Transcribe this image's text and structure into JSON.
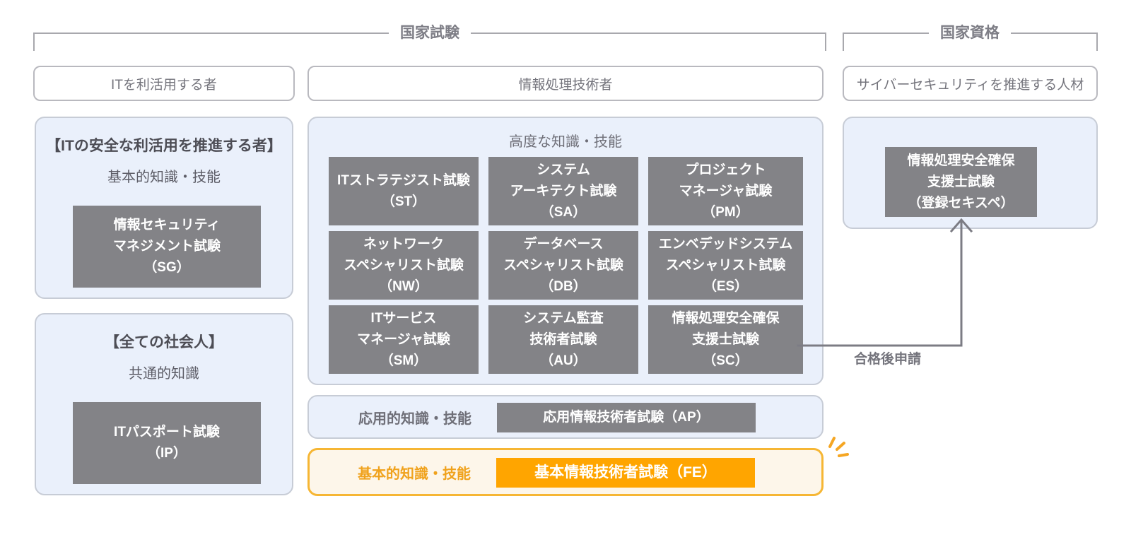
{
  "brackets": [
    {
      "label": "国家試験"
    },
    {
      "label": "国家資格"
    }
  ],
  "columns": {
    "left_pill": "ITを利活用する者",
    "center_pill": "情報処理技術者",
    "right_pill": "サイバーセキュリティを推進する人材"
  },
  "left": {
    "panel1": {
      "head": "【ITの安全な利活用を推進する者】",
      "sub": "基本的知識・技能",
      "chip": {
        "line1": "情報セキュリティ",
        "line2": "マネジメント試験",
        "line3": "（SG）"
      }
    },
    "panel2": {
      "head": "【全ての社会人】",
      "sub": "共通的知識",
      "chip": {
        "line1": "ITパスポート試験",
        "line2": "（IP）"
      }
    }
  },
  "center": {
    "advanced_title": "高度な知識・技能",
    "advanced_exams": [
      {
        "line1": "ITストラテジスト試験",
        "line2": "（ST）",
        "line3": ""
      },
      {
        "line1": "システム",
        "line2": "アーキテクト試験",
        "line3": "（SA）"
      },
      {
        "line1": "プロジェクト",
        "line2": "マネージャ試験",
        "line3": "（PM）"
      },
      {
        "line1": "ネットワーク",
        "line2": "スペシャリスト試験",
        "line3": "（NW）"
      },
      {
        "line1": "データベース",
        "line2": "スペシャリスト試験",
        "line3": "（DB）"
      },
      {
        "line1": "エンベデッドシステム",
        "line2": "スペシャリスト試験",
        "line3": "（ES）"
      },
      {
        "line1": "ITサービス",
        "line2": "マネージャ試験",
        "line3": "（SM）"
      },
      {
        "line1": "システム監査",
        "line2": "技術者試験",
        "line3": "（AU）"
      },
      {
        "line1": "情報処理安全確保",
        "line2": "支援士試験",
        "line3": "（SC）"
      }
    ],
    "applied_row": {
      "label": "応用的知識・技能",
      "chip": "応用情報技術者試験（AP）"
    },
    "basic_row": {
      "label": "基本的知識・技能",
      "chip": "基本情報技術者試験（FE）"
    }
  },
  "right": {
    "chip": {
      "line1": "情報処理安全確保",
      "line2": "支援士試験",
      "line3": "（登録セキスペ）"
    }
  },
  "connector": {
    "note": "合格後申請"
  },
  "colors": {
    "gray_chip": "#838387",
    "orange_chip": "#ffa500",
    "orange_border": "#f6b634",
    "panel_blue": "#eaf0fb",
    "panel_orange": "#fdf6ea",
    "outline": "#b9b9bf",
    "text_gray": "#74747c"
  }
}
